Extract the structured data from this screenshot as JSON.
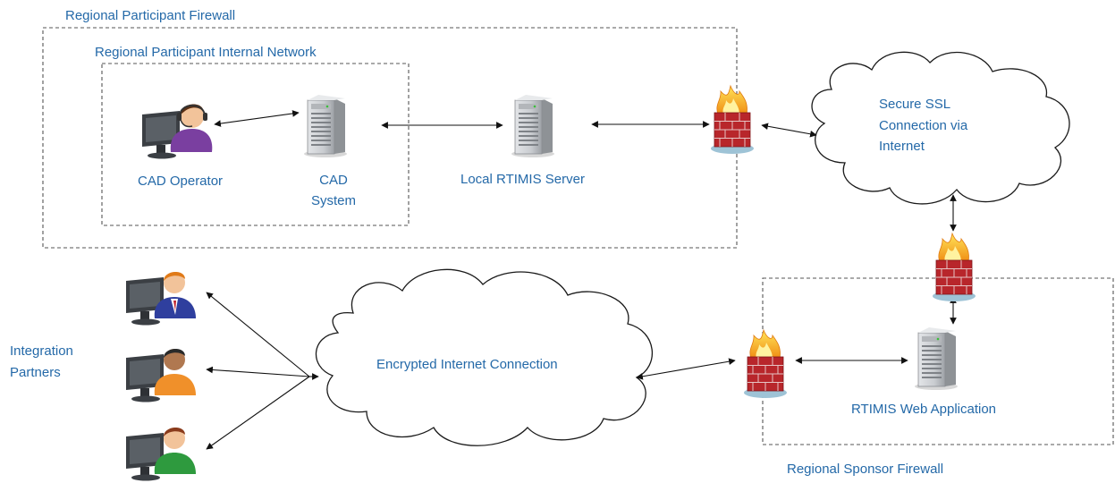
{
  "labels": {
    "participant_firewall": "Regional Participant Firewall",
    "participant_network": "Regional Participant Internal Network",
    "cad_operator": "CAD Operator",
    "cad_system_line1": "CAD",
    "cad_system_line2": "System",
    "local_server": "Local RTIMIS Server",
    "ssl_line1": "Secure SSL",
    "ssl_line2": "Connection via",
    "ssl_line3": "Internet",
    "integration_line1": "Integration",
    "integration_line2": "Partners",
    "encrypted_connection": "Encrypted Internet Connection",
    "web_app": "RTIMIS Web Application",
    "sponsor_firewall": "Regional Sponsor Firewall"
  },
  "icons": {
    "operator": "cad-operator-headset-icon",
    "cad_system": "server-tower-icon",
    "local_server": "server-tower-icon",
    "participant_firewall": "firewall-icon",
    "ssl_firewall": "firewall-icon",
    "sponsor_firewall": "firewall-icon",
    "web_server": "server-tower-icon",
    "partners": [
      "partner-computer-icon",
      "partner-computer-icon",
      "partner-computer-icon"
    ]
  },
  "colors": {
    "label_text": "#2469a8",
    "dashed_border": "#555555",
    "firewall_brick": "#b8262b",
    "flame": "#f6b21b",
    "server": "#c9ccd0"
  }
}
